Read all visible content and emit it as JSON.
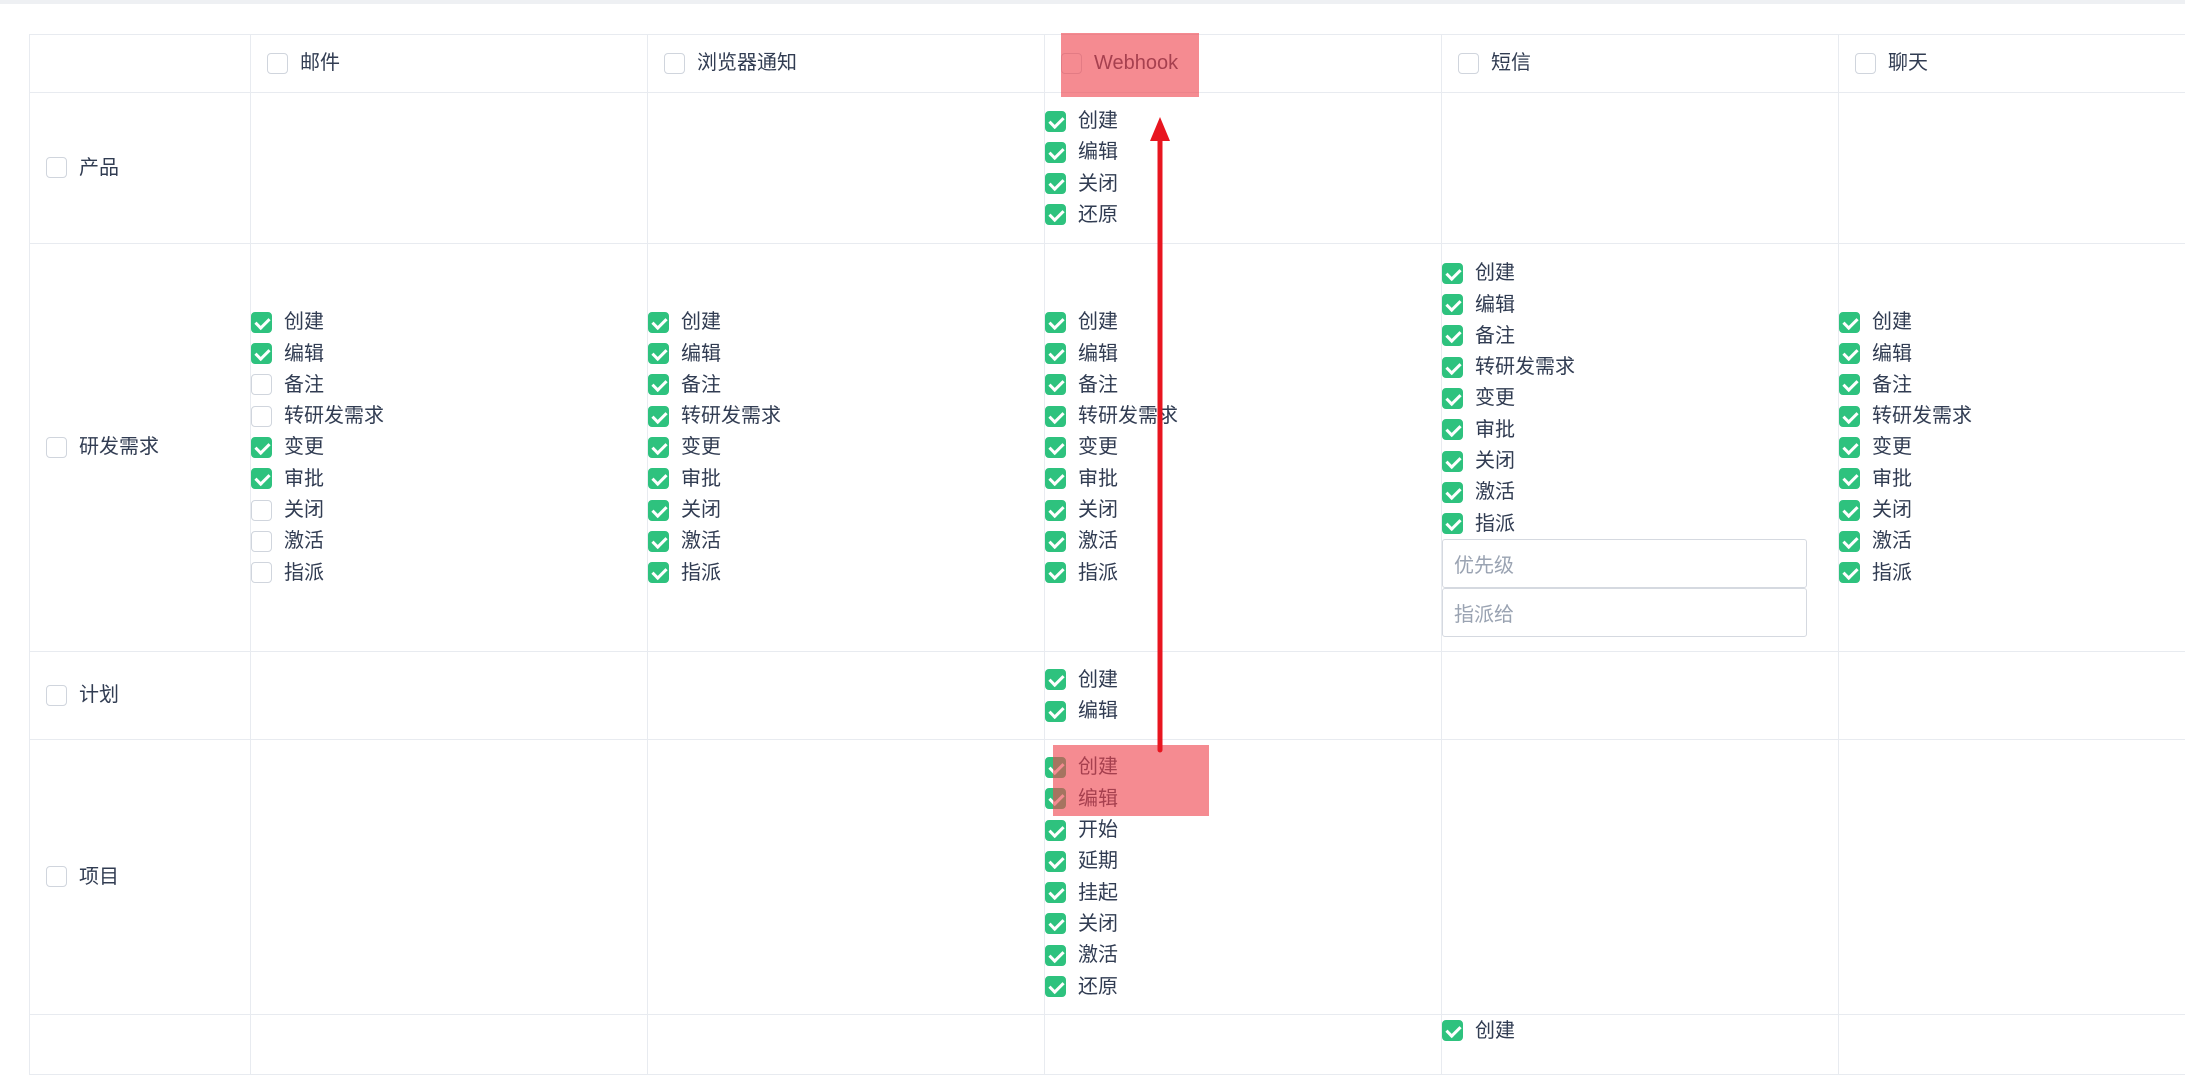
{
  "columns": [
    {
      "label": "邮件",
      "checked": false
    },
    {
      "label": "浏览器通知",
      "checked": false
    },
    {
      "label": "Webhook",
      "checked": false
    },
    {
      "label": "短信",
      "checked": false
    },
    {
      "label": "聊天",
      "checked": false
    }
  ],
  "rows": [
    {
      "label": "产品",
      "checked": false,
      "cells": [
        [],
        [],
        [
          {
            "label": "创建",
            "checked": true
          },
          {
            "label": "编辑",
            "checked": true
          },
          {
            "label": "关闭",
            "checked": true
          },
          {
            "label": "还原",
            "checked": true
          }
        ],
        [],
        []
      ]
    },
    {
      "label": "研发需求",
      "checked": false,
      "cells": [
        [
          {
            "label": "创建",
            "checked": true
          },
          {
            "label": "编辑",
            "checked": true
          },
          {
            "label": "备注",
            "checked": false
          },
          {
            "label": "转研发需求",
            "checked": false
          },
          {
            "label": "变更",
            "checked": true
          },
          {
            "label": "审批",
            "checked": true
          },
          {
            "label": "关闭",
            "checked": false
          },
          {
            "label": "激活",
            "checked": false
          },
          {
            "label": "指派",
            "checked": false
          }
        ],
        [
          {
            "label": "创建",
            "checked": true
          },
          {
            "label": "编辑",
            "checked": true
          },
          {
            "label": "备注",
            "checked": true
          },
          {
            "label": "转研发需求",
            "checked": true
          },
          {
            "label": "变更",
            "checked": true
          },
          {
            "label": "审批",
            "checked": true
          },
          {
            "label": "关闭",
            "checked": true
          },
          {
            "label": "激活",
            "checked": true
          },
          {
            "label": "指派",
            "checked": true
          }
        ],
        [
          {
            "label": "创建",
            "checked": true
          },
          {
            "label": "编辑",
            "checked": true
          },
          {
            "label": "备注",
            "checked": true
          },
          {
            "label": "转研发需求",
            "checked": true
          },
          {
            "label": "变更",
            "checked": true
          },
          {
            "label": "审批",
            "checked": true
          },
          {
            "label": "关闭",
            "checked": true
          },
          {
            "label": "激活",
            "checked": true
          },
          {
            "label": "指派",
            "checked": true
          }
        ],
        [
          {
            "label": "创建",
            "checked": true
          },
          {
            "label": "编辑",
            "checked": true
          },
          {
            "label": "备注",
            "checked": true
          },
          {
            "label": "转研发需求",
            "checked": true
          },
          {
            "label": "变更",
            "checked": true
          },
          {
            "label": "审批",
            "checked": true
          },
          {
            "label": "关闭",
            "checked": true
          },
          {
            "label": "激活",
            "checked": true
          },
          {
            "label": "指派",
            "checked": true
          }
        ],
        [
          {
            "label": "创建",
            "checked": true
          },
          {
            "label": "编辑",
            "checked": true
          },
          {
            "label": "备注",
            "checked": true
          },
          {
            "label": "转研发需求",
            "checked": true
          },
          {
            "label": "变更",
            "checked": true
          },
          {
            "label": "审批",
            "checked": true
          },
          {
            "label": "关闭",
            "checked": true
          },
          {
            "label": "激活",
            "checked": true
          },
          {
            "label": "指派",
            "checked": true
          }
        ]
      ]
    },
    {
      "label": "计划",
      "checked": false,
      "cells": [
        [],
        [],
        [
          {
            "label": "创建",
            "checked": true
          },
          {
            "label": "编辑",
            "checked": true
          }
        ],
        [],
        []
      ]
    },
    {
      "label": "项目",
      "checked": false,
      "cells": [
        [],
        [],
        [
          {
            "label": "创建",
            "checked": true
          },
          {
            "label": "编辑",
            "checked": true
          },
          {
            "label": "开始",
            "checked": true
          },
          {
            "label": "延期",
            "checked": true
          },
          {
            "label": "挂起",
            "checked": true
          },
          {
            "label": "关闭",
            "checked": true
          },
          {
            "label": "激活",
            "checked": true
          },
          {
            "label": "还原",
            "checked": true
          }
        ],
        [],
        []
      ]
    },
    {
      "label": "",
      "checked": false,
      "cells": [
        [],
        [],
        [],
        [
          {
            "label": "创建",
            "checked": true
          }
        ],
        []
      ]
    }
  ],
  "sms_fields": {
    "priority_placeholder": "优先级",
    "assignee_placeholder": "指派给"
  },
  "annotation": {
    "highlight_color": "#ef444e",
    "arrow_color": "#e8151f"
  }
}
